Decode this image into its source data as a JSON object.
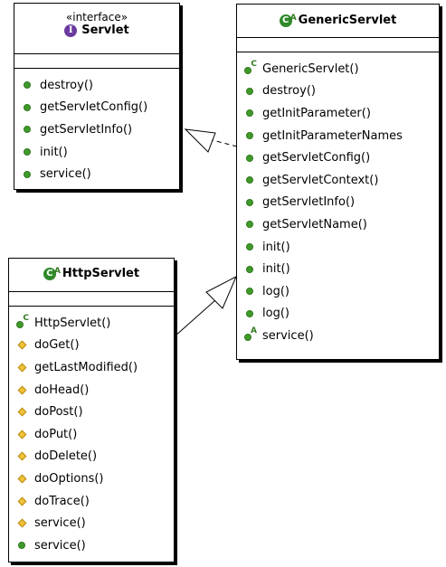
{
  "servlet": {
    "stereotype": "«interface»",
    "name": "Servlet",
    "badge_icon": "interface-icon",
    "methods": [
      {
        "name": "destroy()",
        "icon": "public-method-icon"
      },
      {
        "name": "getServletConfig()",
        "icon": "public-method-icon"
      },
      {
        "name": "getServletInfo()",
        "icon": "public-method-icon"
      },
      {
        "name": "init()",
        "icon": "public-method-icon"
      },
      {
        "name": "service()",
        "icon": "public-method-icon"
      }
    ]
  },
  "generic": {
    "name": "GenericServlet",
    "badge_icon": "abstract-class-icon",
    "methods": [
      {
        "name": "GenericServlet()",
        "icon": "constructor-icon"
      },
      {
        "name": "destroy()",
        "icon": "public-method-icon"
      },
      {
        "name": "getInitParameter()",
        "icon": "public-method-icon"
      },
      {
        "name": "getInitParameterNames",
        "icon": "public-method-icon"
      },
      {
        "name": "getServletConfig()",
        "icon": "public-method-icon"
      },
      {
        "name": "getServletContext()",
        "icon": "public-method-icon"
      },
      {
        "name": "getServletInfo()",
        "icon": "public-method-icon"
      },
      {
        "name": "getServletName()",
        "icon": "public-method-icon"
      },
      {
        "name": "init()",
        "icon": "public-method-icon"
      },
      {
        "name": "init()",
        "icon": "public-method-icon"
      },
      {
        "name": "log()",
        "icon": "public-method-icon"
      },
      {
        "name": "log()",
        "icon": "public-method-icon"
      },
      {
        "name": "service()",
        "icon": "abstract-method-icon"
      }
    ]
  },
  "http": {
    "name": "HttpServlet",
    "badge_icon": "abstract-class-icon",
    "methods": [
      {
        "name": "HttpServlet()",
        "icon": "constructor-icon"
      },
      {
        "name": "doGet()",
        "icon": "protected-method-icon"
      },
      {
        "name": "getLastModified()",
        "icon": "protected-method-icon"
      },
      {
        "name": "doHead()",
        "icon": "protected-method-icon"
      },
      {
        "name": "doPost()",
        "icon": "protected-method-icon"
      },
      {
        "name": "doPut()",
        "icon": "protected-method-icon"
      },
      {
        "name": "doDelete()",
        "icon": "protected-method-icon"
      },
      {
        "name": "doOptions()",
        "icon": "protected-method-icon"
      },
      {
        "name": "doTrace()",
        "icon": "protected-method-icon"
      },
      {
        "name": "service()",
        "icon": "protected-method-icon"
      },
      {
        "name": "service()",
        "icon": "public-method-icon"
      }
    ]
  },
  "colors": {
    "public_method": "#3f9a2a",
    "protected_method": "#f0c33a",
    "interface_badge": "#6a3aa0",
    "class_badge": "#2f8a2a"
  }
}
